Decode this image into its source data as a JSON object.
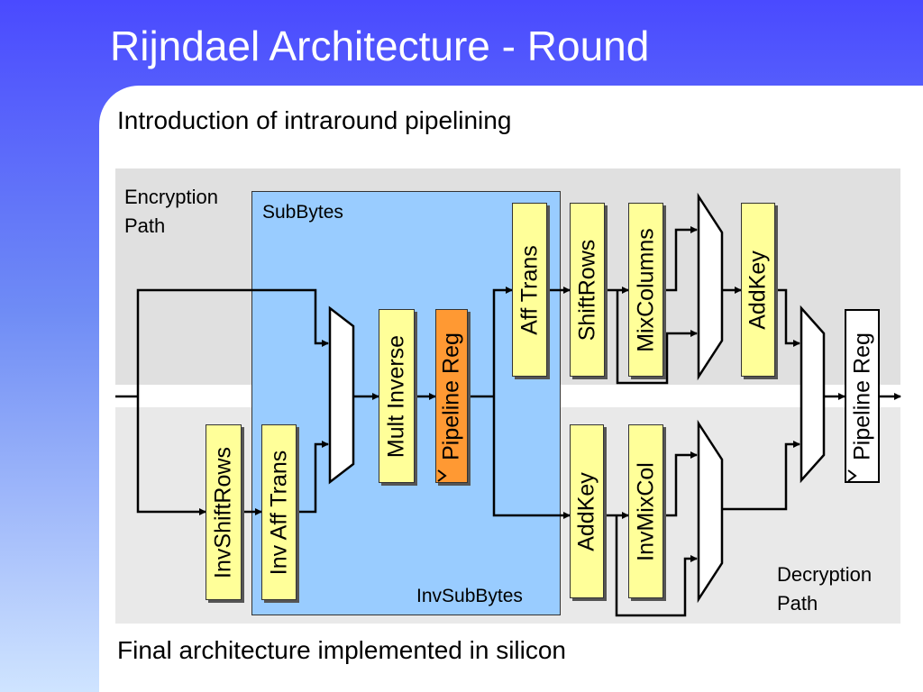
{
  "slide": {
    "title": "Rijndael Architecture - Round",
    "subtitle": "Introduction of intraround pipelining",
    "footer": "Final architecture implemented in silicon"
  },
  "diagram": {
    "encryption_label": [
      "Encryption",
      "Path"
    ],
    "decryption_label": [
      "Decryption",
      "Path"
    ],
    "subbytes_label": "SubBytes",
    "invsubbytes_label": "InvSubBytes",
    "blocks": {
      "inv_shift_rows": "InvShiftRows",
      "inv_aff_trans": "Inv Aff Trans",
      "mult_inverse": "Mult Inverse",
      "pipeline_reg_inner": "Pipeline Reg",
      "aff_trans": "Aff Trans",
      "shift_rows": "ShiftRows",
      "mix_columns": "MixColumns",
      "add_key_enc": "AddKey",
      "add_key_dec": "AddKey",
      "inv_mix_col": "InvMixCol",
      "pipeline_reg_out": "Pipeline Reg"
    }
  },
  "colors": {
    "block_fill": "#ffff99",
    "pipeline_reg_fill": "#ff9933",
    "subbytes_region": "#99ccff",
    "header_blue": "#4a4aff"
  }
}
